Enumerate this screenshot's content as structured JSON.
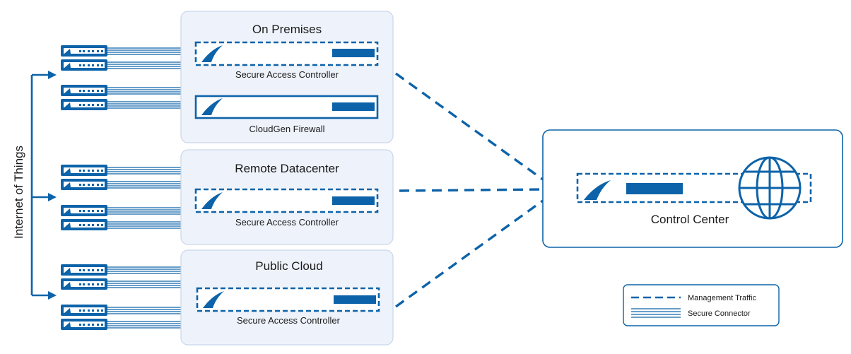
{
  "iot_label": "Internet of Things",
  "zones": [
    {
      "title": "On Premises",
      "devices": [
        {
          "label": "Secure Access Controller",
          "style": "dashed"
        },
        {
          "label": "CloudGen Firewall",
          "style": "solid"
        }
      ]
    },
    {
      "title": "Remote Datacenter",
      "devices": [
        {
          "label": "Secure Access Controller",
          "style": "dashed"
        }
      ]
    },
    {
      "title": "Public Cloud",
      "devices": [
        {
          "label": "Secure Access Controller",
          "style": "dashed"
        }
      ]
    }
  ],
  "control_center": {
    "label": "Control Center",
    "icon": "globe-icon"
  },
  "legend": {
    "management_traffic": "Management Traffic",
    "secure_connector": "Secure Connector"
  },
  "colors": {
    "accent": "#0d63a9",
    "zone_fill": "#eef3fb"
  }
}
